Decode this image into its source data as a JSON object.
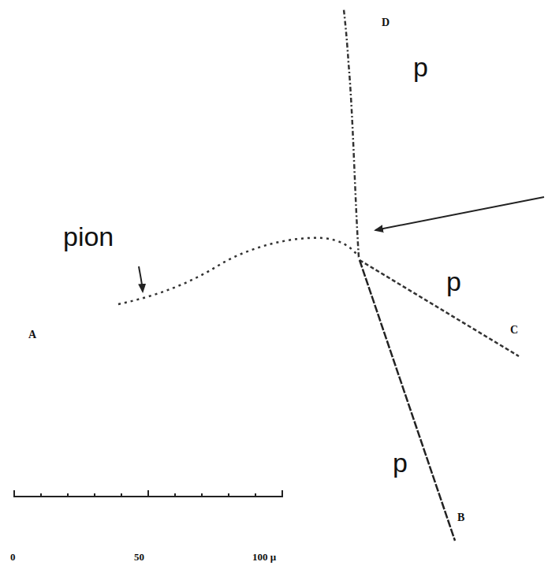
{
  "diagram": {
    "labels": [
      "D",
      "p",
      "pion",
      "p",
      "A",
      "C",
      "p",
      "B",
      "0",
      "50",
      "100 μ"
    ]
  }
}
